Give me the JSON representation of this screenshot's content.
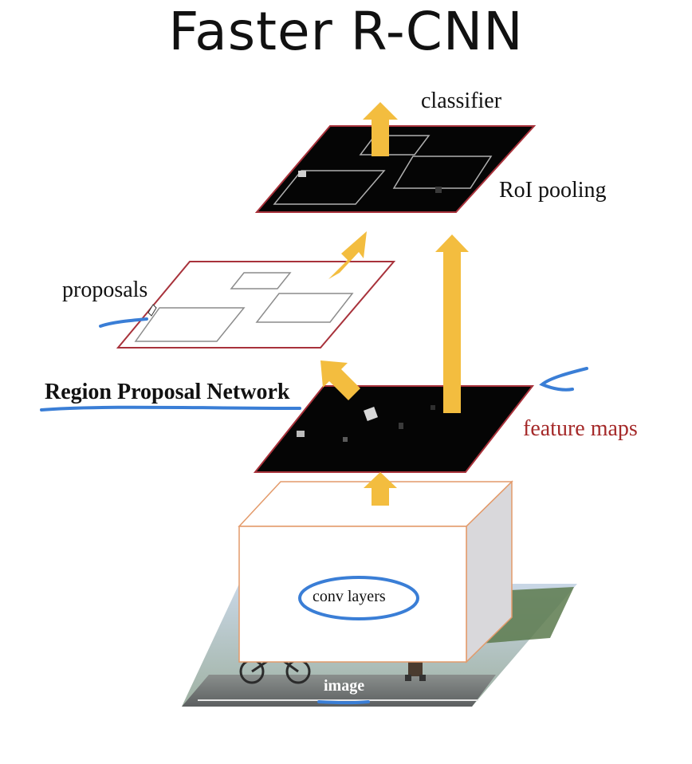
{
  "title": "Faster R-CNN",
  "labels": {
    "classifier": "classifier",
    "roi_pooling": "RoI pooling",
    "proposals": "proposals",
    "rpn": "Region Proposal Network",
    "feature_maps": "feature maps",
    "conv_layers": "conv layers",
    "image": "image"
  },
  "colors": {
    "arrow": "#f3bd3f",
    "map_border": "#a8323b",
    "feature_maps_text": "#a52a2a",
    "annotation": "#3a7ed6",
    "box_outline": "#e39a6a",
    "box_side": "#d9d8db"
  }
}
